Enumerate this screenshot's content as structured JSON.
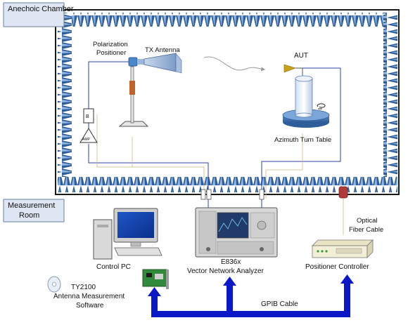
{
  "labels": {
    "anechoic_chamber": "Anechoic Chamber",
    "measurement_room_1": "Measurement",
    "measurement_room_2": "Room",
    "polarization_1": "Polarization",
    "polarization_2": "Positioner",
    "tx_antenna": "TX Antenna",
    "aut": "AUT",
    "azimuth_turn_table": "Azimuth Turn Table",
    "amp": "AMP",
    "mixer": "B",
    "optical_1": "Optical",
    "optical_2": "Fiber Cable",
    "vna_model": "E836x",
    "vna_name": "Vector Network Analyzer",
    "control_pc": "Control PC",
    "positioner_controller": "Positioner Controller",
    "software_1": "TY2100",
    "software_2": "Antenna Measurement",
    "software_3": "Software",
    "gpib_cable": "GPIB Cable"
  },
  "colors": {
    "absorber": "#2f5d9a",
    "absorber_light": "#8fb3e0",
    "rf_cable": "#2b3fb0",
    "gpib_cable": "#0a18c8",
    "fiber": "#e6c77a",
    "label_box_bg": "#dde6f2",
    "label_box_border": "#6b7f99"
  },
  "icons": [
    "horn-antenna-icon",
    "turntable-icon",
    "amplifier-icon",
    "computer-icon",
    "vna-icon",
    "controller-icon",
    "cd-icon",
    "gpib-card-icon"
  ]
}
